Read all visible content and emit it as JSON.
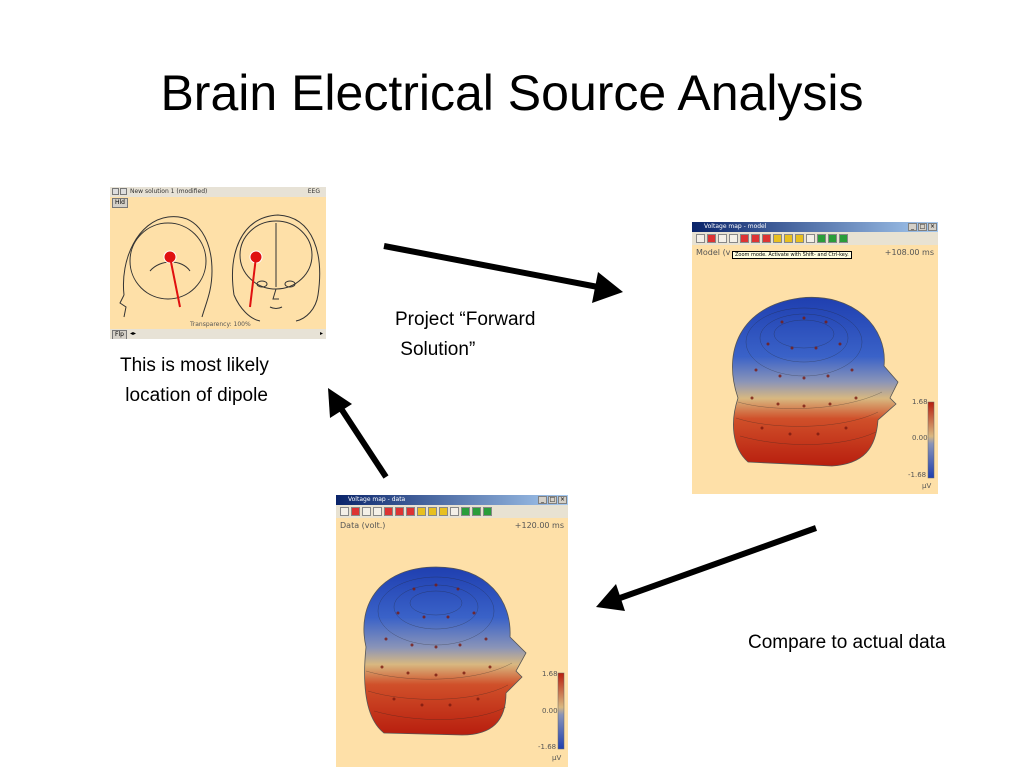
{
  "slide": {
    "title": "Brain Electrical Source Analysis",
    "captions": {
      "dipole": "This is most likely\n location of dipole",
      "forward": "Project “Forward\n Solution”",
      "compare": "Compare to actual data"
    }
  },
  "dipole_window": {
    "title": "New solution 1 (modified)",
    "mode": "EEG",
    "hld_button": "Hld",
    "flp_button": "Flp",
    "transparency": "Transparency: 100%"
  },
  "model_window": {
    "title": "Voltage map - model",
    "label": "Model (v",
    "time": "+108.00 ms",
    "tooltip": "Zoom mode. Activate with Shift- and Ctrl-key.",
    "scale": {
      "max": "1.68",
      "mid": "0.00",
      "min": "-1.68",
      "unit": "µV"
    }
  },
  "data_window": {
    "title": "Voltage map - data",
    "label": "Data (volt.)",
    "time": "+120.00 ms",
    "scale": {
      "max": "1.68",
      "mid": "0.00",
      "min": "-1.68",
      "unit": "µV"
    }
  },
  "colors": {
    "window_bg": "#fee0a8",
    "titlebar": "#0a246a",
    "negative": "#1f3fb0",
    "positive": "#c02a10",
    "dipole": "#e01010"
  }
}
